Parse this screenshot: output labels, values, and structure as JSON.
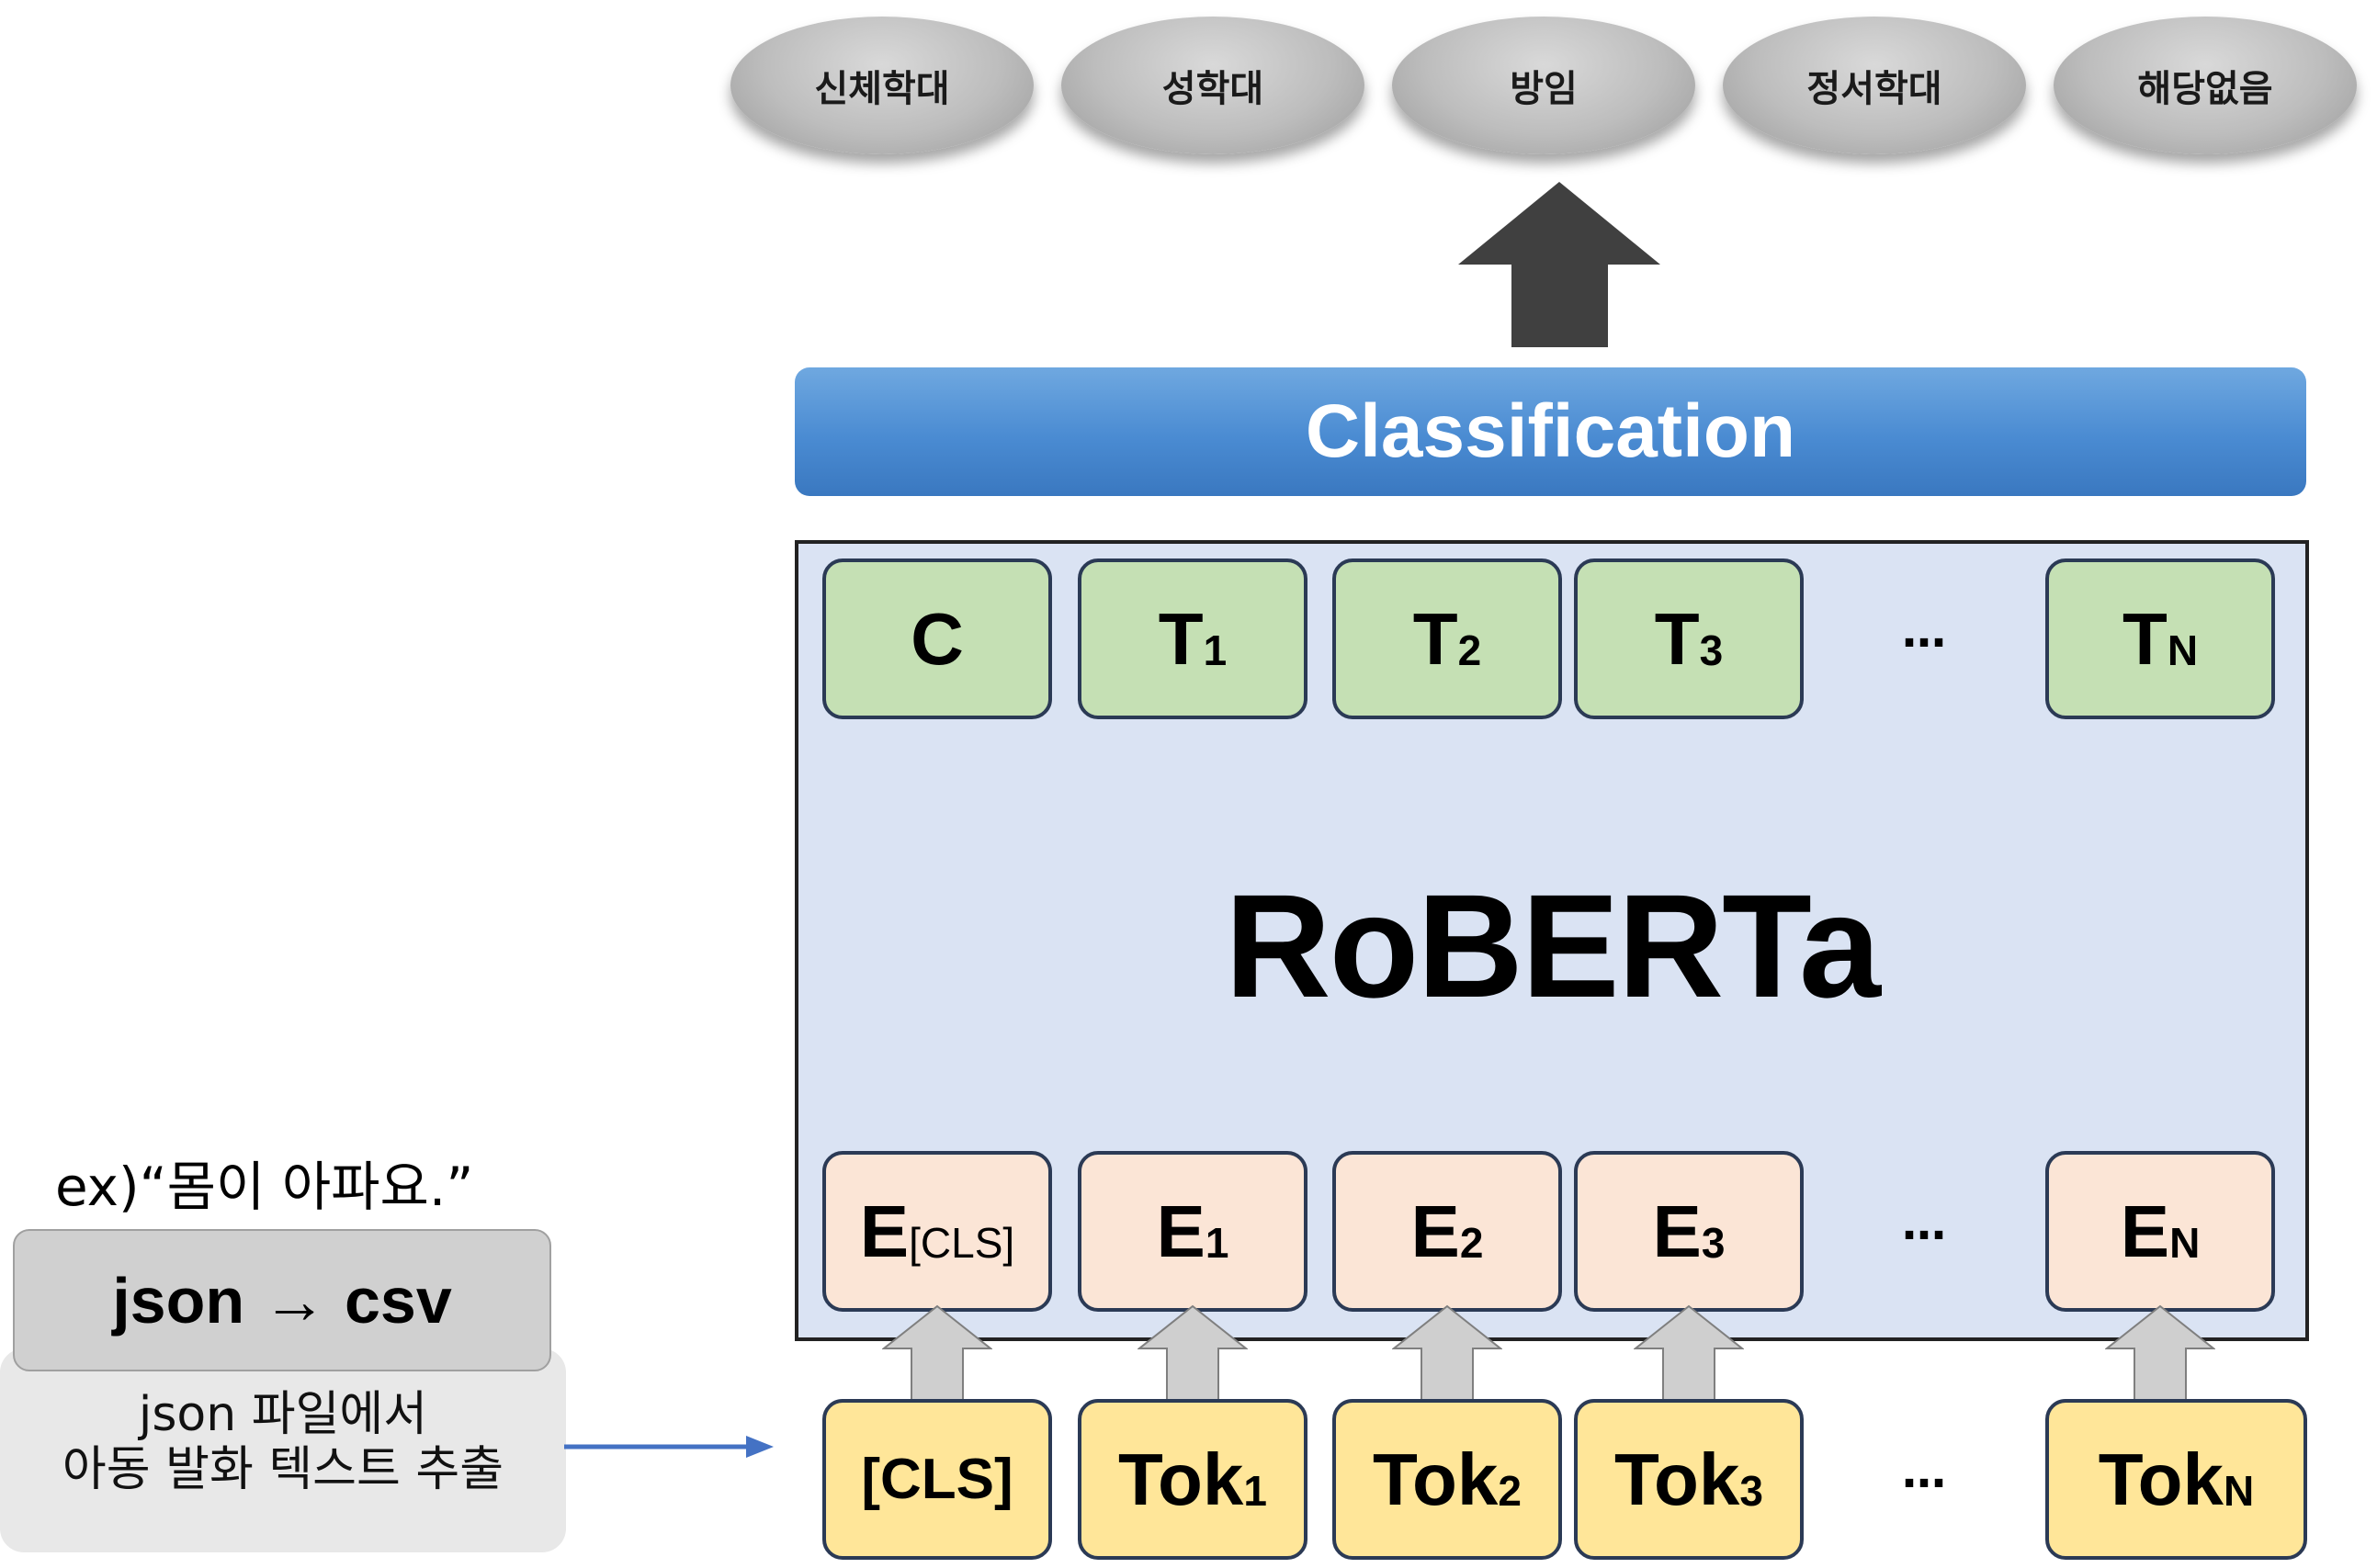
{
  "outputs": [
    "신체학대",
    "성학대",
    "방임",
    "정서학대",
    "해당없음"
  ],
  "classification_label": "Classification",
  "model_label": "RoBERTa",
  "t_row": [
    {
      "main": "C",
      "sub": ""
    },
    {
      "main": "T",
      "sub": "1"
    },
    {
      "main": "T",
      "sub": "2"
    },
    {
      "main": "T",
      "sub": "3"
    },
    {
      "main": "T",
      "sub": "N"
    }
  ],
  "e_row": [
    {
      "main": "E",
      "sub": "[CLS]"
    },
    {
      "main": "E",
      "sub": "1"
    },
    {
      "main": "E",
      "sub": "2"
    },
    {
      "main": "E",
      "sub": "3"
    },
    {
      "main": "E",
      "sub": "N"
    }
  ],
  "tok_row": [
    {
      "main": "[CLS]",
      "sub": ""
    },
    {
      "main": "Tok",
      "sub": "1"
    },
    {
      "main": "Tok",
      "sub": "2"
    },
    {
      "main": "Tok",
      "sub": "3"
    },
    {
      "main": "Tok",
      "sub": "N"
    }
  ],
  "ellipsis": "…",
  "example_text": "ex)“몸이 아파요.”",
  "json_csv_label": "json → csv",
  "description_lines": [
    "json 파일에서",
    "아동 발화 텍스트 추출"
  ],
  "colors": {
    "classification_bar": "#4a8bd2",
    "panel": "#dae3f3",
    "t_box": "#c5e0b4",
    "e_box": "#fbe5d6",
    "tok_box": "#ffe699",
    "arrow_dark": "#404040",
    "connector_blue": "#4472c4"
  }
}
